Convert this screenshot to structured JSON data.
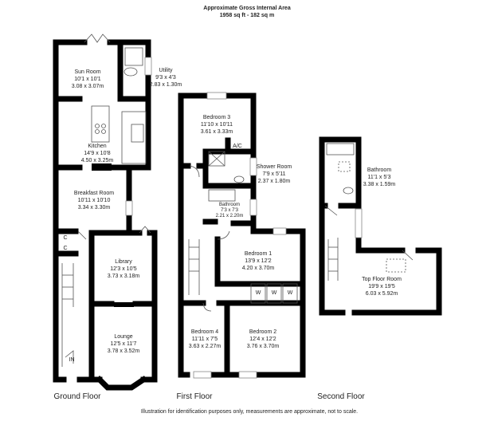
{
  "header": {
    "title": "Approximate Gross Internal Area",
    "area": "1958 sq ft - 182 sq m"
  },
  "rooms": {
    "sun_room": {
      "name": "Sun Room",
      "imperial": "10'1 x 10'1",
      "metric": "3.08 x 3.07m"
    },
    "utility": {
      "name": "Utility",
      "imperial": "9'3 x 4'3",
      "metric": "2.83 x 1.30m"
    },
    "kitchen": {
      "name": "Kitchen",
      "imperial": "14'9 x 10'8",
      "metric": "4.50 x 3.25m"
    },
    "breakfast_room": {
      "name": "Breakfast Room",
      "imperial": "10'11 x 10'10",
      "metric": "3.34 x 3.30m"
    },
    "library": {
      "name": "Library",
      "imperial": "12'3 x 10'5",
      "metric": "3.73 x 3.18m"
    },
    "lounge": {
      "name": "Lounge",
      "imperial": "12'5 x 11'7",
      "metric": "3.78 x 3.52m"
    },
    "bedroom3": {
      "name": "Bedroom 3",
      "imperial": "11'10 x 10'11",
      "metric": "3.61 x 3.33m"
    },
    "shower_room": {
      "name": "Shower Room",
      "imperial": "7'9 x 5'11",
      "metric": "2.37 x 1.80m"
    },
    "bathroom1": {
      "name": "Bathroom",
      "imperial": "7'3 x 7'3",
      "metric": "2.21 x 2.20m"
    },
    "bedroom1": {
      "name": "Bedroom 1",
      "imperial": "13'9 x 12'2",
      "metric": "4.20 x 3.70m"
    },
    "bedroom4": {
      "name": "Bedroom 4",
      "imperial": "11'11 x 7'5",
      "metric": "3.63 x 2.27m"
    },
    "bedroom2": {
      "name": "Bedroom 2",
      "imperial": "12'4 x 12'2",
      "metric": "3.76 x 3.70m"
    },
    "bathroom2": {
      "name": "Bathroom",
      "imperial": "11'1 x 5'3",
      "metric": "3.38 x 1.59m"
    },
    "top_floor_room": {
      "name": "Top Floor Room",
      "imperial": "19'9 x 19'5",
      "metric": "6.03 x 5.92m"
    }
  },
  "markers": {
    "cupboard": "C",
    "airing": "A/C",
    "wardrobe": "W",
    "entrance": "IN"
  },
  "floors": [
    "Ground Floor",
    "First Floor",
    "Second Floor"
  ],
  "footer": "Illustration for identification purposes only, measurements are approximate, not to scale."
}
